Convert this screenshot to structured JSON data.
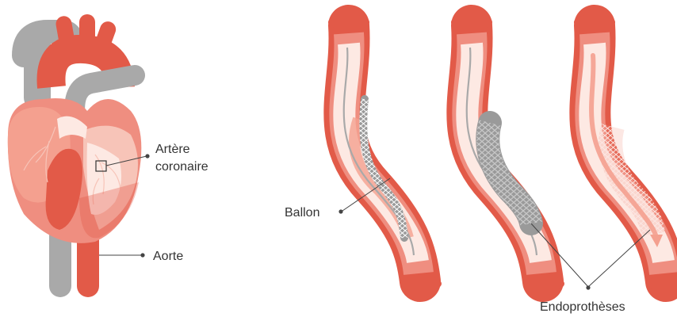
{
  "labels": {
    "coronary_line1": "Artère",
    "coronary_line2": "coronaire",
    "aorta": "Aorte",
    "balloon": "Ballon",
    "stents": "Endoprothèses"
  },
  "colors": {
    "artery_dark": "#e25a48",
    "artery_mid": "#ef8e80",
    "artery_light": "#f7c4b8",
    "lumen": "#fde9e3",
    "heart_light": "#f4a08f",
    "vessel_gray": "#a9a9a9",
    "stent_gray": "#9a9a9a",
    "line": "#444444"
  }
}
